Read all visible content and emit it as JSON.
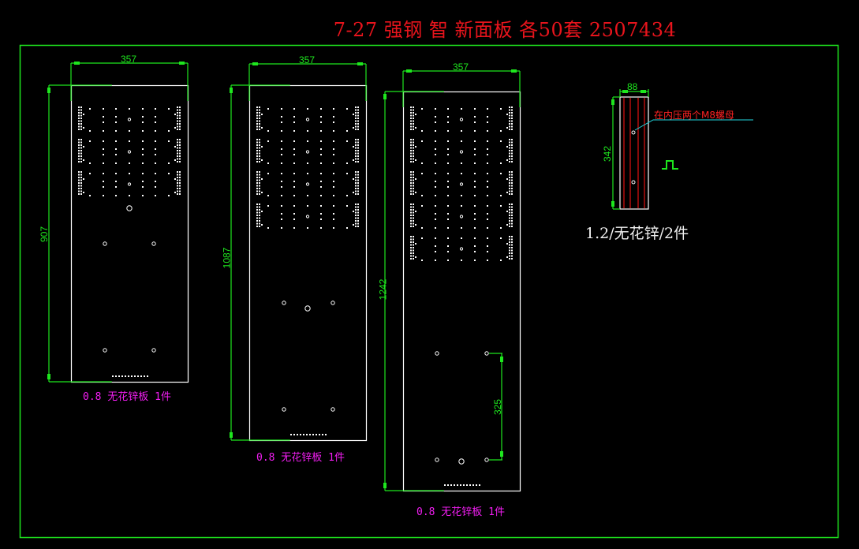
{
  "title": "7-27 强钢 智 新面板 各50套 2507434",
  "colors": {
    "background": "#000000",
    "frame": "#1ee61e",
    "dimension": "#1ee61e",
    "outline": "#ffffff",
    "title": "#e8141c",
    "material_label": "#f21ef2",
    "leader_line": "#22d8e0",
    "red_note": "#ff2222",
    "strip_lines": "#e01010"
  },
  "panels": [
    {
      "name": "panel-907",
      "width_dim": "357",
      "height_dim": "907",
      "hole_groups": 3,
      "label": "0.8 无花锌板 1件"
    },
    {
      "name": "panel-1087",
      "width_dim": "357",
      "height_dim": "1087",
      "hole_groups": 4,
      "label": "0.8 无花锌板 1件"
    },
    {
      "name": "panel-1242",
      "width_dim": "357",
      "height_dim": "1242",
      "hole_groups": 5,
      "label": "0.8 无花锌板 1件",
      "hole_spacing_dim": "325"
    }
  ],
  "strip": {
    "width_dim": "88",
    "height_dim": "342",
    "note": "在内压两个M8螺母",
    "profile_symbol": "channel-profile-icon",
    "label": "1.2/无花锌/2件"
  }
}
